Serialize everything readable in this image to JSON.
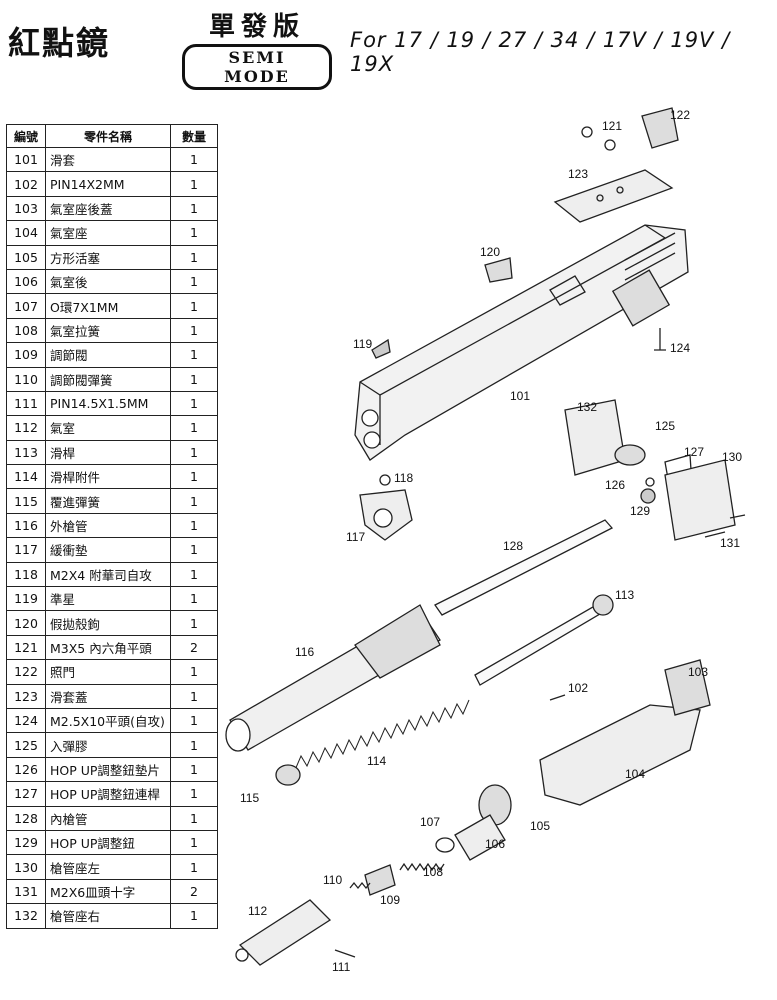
{
  "header": {
    "title": "紅點鏡",
    "mode_zh": "單發版",
    "mode_en": "SEMI MODE",
    "models": "For 17 / 19 / 27 / 34 / 17V / 19V / 19X"
  },
  "table": {
    "headers": [
      "編號",
      "零件名稱",
      "數量"
    ],
    "rows": [
      {
        "no": "101",
        "name": "滑套",
        "qty": "1"
      },
      {
        "no": "102",
        "name": "PIN14X2MM",
        "qty": "1"
      },
      {
        "no": "103",
        "name": "氣室座後蓋",
        "qty": "1"
      },
      {
        "no": "104",
        "name": "氣室座",
        "qty": "1"
      },
      {
        "no": "105",
        "name": "方形活塞",
        "qty": "1"
      },
      {
        "no": "106",
        "name": "氣室後",
        "qty": "1"
      },
      {
        "no": "107",
        "name": "O環7X1MM",
        "qty": "1"
      },
      {
        "no": "108",
        "name": "氣室拉簧",
        "qty": "1"
      },
      {
        "no": "109",
        "name": "調節閥",
        "qty": "1"
      },
      {
        "no": "110",
        "name": "調節閥彈簧",
        "qty": "1"
      },
      {
        "no": "111",
        "name": "PIN14.5X1.5MM",
        "qty": "1"
      },
      {
        "no": "112",
        "name": "氣室",
        "qty": "1"
      },
      {
        "no": "113",
        "name": "滑桿",
        "qty": "1"
      },
      {
        "no": "114",
        "name": "滑桿附件",
        "qty": "1"
      },
      {
        "no": "115",
        "name": "覆進彈簧",
        "qty": "1"
      },
      {
        "no": "116",
        "name": "外槍管",
        "qty": "1"
      },
      {
        "no": "117",
        "name": "緩衝墊",
        "qty": "1"
      },
      {
        "no": "118",
        "name": "M2X4 附華司自攻",
        "qty": "1"
      },
      {
        "no": "119",
        "name": "準星",
        "qty": "1"
      },
      {
        "no": "120",
        "name": "假拋殼鉤",
        "qty": "1"
      },
      {
        "no": "121",
        "name": "M3X5 內六角平頭",
        "qty": "2"
      },
      {
        "no": "122",
        "name": "照門",
        "qty": "1"
      },
      {
        "no": "123",
        "name": "滑套蓋",
        "qty": "1"
      },
      {
        "no": "124",
        "name": "M2.5X10平頭(自攻)",
        "qty": "1"
      },
      {
        "no": "125",
        "name": "入彈膠",
        "qty": "1"
      },
      {
        "no": "126",
        "name": "HOP UP調整鈕墊片",
        "qty": "1"
      },
      {
        "no": "127",
        "name": "HOP UP調整鈕連桿",
        "qty": "1"
      },
      {
        "no": "128",
        "name": "內槍管",
        "qty": "1"
      },
      {
        "no": "129",
        "name": "HOP UP調整鈕",
        "qty": "1"
      },
      {
        "no": "130",
        "name": "槍管座左",
        "qty": "1"
      },
      {
        "no": "131",
        "name": "M2X6皿頭十字",
        "qty": "2"
      },
      {
        "no": "132",
        "name": "槍管座右",
        "qty": "1"
      }
    ]
  },
  "callouts": [
    "101",
    "102",
    "103",
    "104",
    "105",
    "106",
    "107",
    "108",
    "109",
    "110",
    "111",
    "112",
    "113",
    "114",
    "115",
    "116",
    "117",
    "118",
    "119",
    "120",
    "121",
    "122",
    "123",
    "124",
    "125",
    "126",
    "127",
    "128",
    "129",
    "130",
    "131",
    "132"
  ]
}
